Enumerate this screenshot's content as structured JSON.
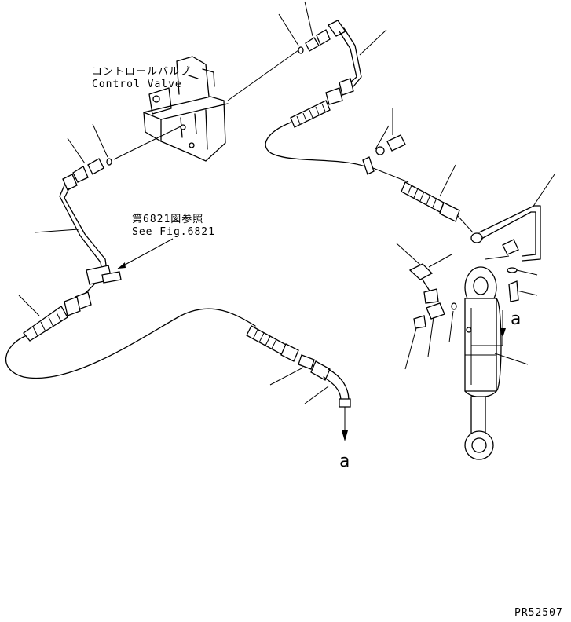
{
  "labels": {
    "control_valve_jp": "コントロールバルブ",
    "control_valve_en": "Control Valve",
    "see_fig_jp": "第6821図参照",
    "see_fig_en": "See Fig.6821",
    "arrow_a_bottom": "a",
    "arrow_a_right": "a",
    "part_code": "PR52507"
  }
}
